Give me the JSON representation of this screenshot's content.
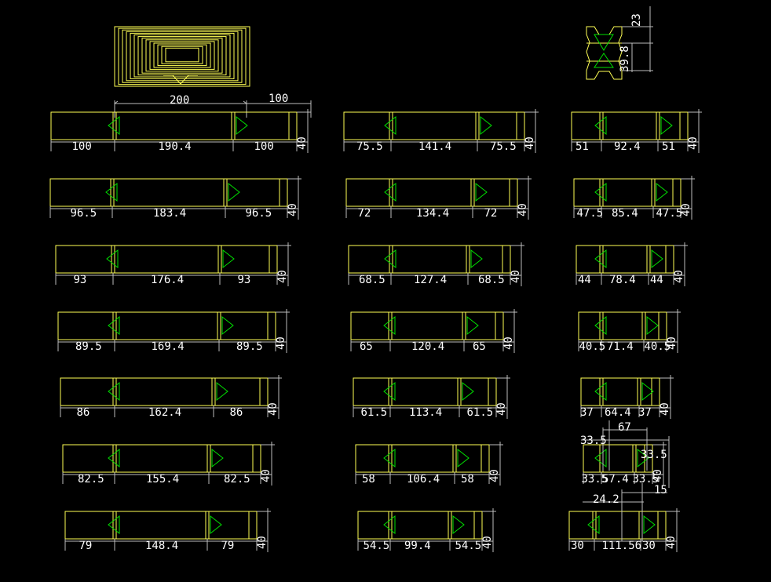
{
  "top": {
    "overall_width": "200",
    "overall_right": "100",
    "detail_a": "23",
    "detail_b": "39.8"
  },
  "columns": [
    {
      "rows": [
        {
          "left": "100",
          "mid": "190.4",
          "right": "100",
          "h": "40"
        },
        {
          "left": "96.5",
          "mid": "183.4",
          "right": "96.5",
          "h": "40"
        },
        {
          "left": "93",
          "mid": "176.4",
          "right": "93",
          "h": "40"
        },
        {
          "left": "89.5",
          "mid": "169.4",
          "right": "89.5",
          "h": "40"
        },
        {
          "left": "86",
          "mid": "162.4",
          "right": "86",
          "h": "40"
        },
        {
          "left": "82.5",
          "mid": "155.4",
          "right": "82.5",
          "h": "40"
        },
        {
          "left": "79",
          "mid": "148.4",
          "right": "79",
          "h": "40"
        }
      ]
    },
    {
      "rows": [
        {
          "left": "75.5",
          "mid": "141.4",
          "right": "75.5",
          "h": "40"
        },
        {
          "left": "72",
          "mid": "134.4",
          "right": "72",
          "h": "40"
        },
        {
          "left": "68.5",
          "mid": "127.4",
          "right": "68.5",
          "h": "40"
        },
        {
          "left": "65",
          "mid": "120.4",
          "right": "65",
          "h": "40"
        },
        {
          "left": "61.5",
          "mid": "113.4",
          "right": "61.5",
          "h": "40"
        },
        {
          "left": "58",
          "mid": "106.4",
          "right": "58",
          "h": "40"
        },
        {
          "left": "54.5",
          "mid": "99.4",
          "right": "54.5",
          "h": "40"
        }
      ]
    },
    {
      "rows": [
        {
          "left": "51",
          "mid": "92.4",
          "right": "51",
          "h": "40"
        },
        {
          "left": "47.5",
          "mid": "85.4",
          "right": "47.5",
          "h": "40"
        },
        {
          "left": "44",
          "mid": "78.4",
          "right": "44",
          "h": "40"
        },
        {
          "left": "40.5",
          "mid": "71.4",
          "right": "40.5",
          "h": "40"
        },
        {
          "left": "37",
          "mid": "64.4",
          "right": "37",
          "h": "40"
        },
        {
          "left": "33.5",
          "mid": "57.4",
          "right": "33.5",
          "h": "40"
        },
        {
          "left": "30",
          "mid": "111.56",
          "right": "30",
          "h": "40"
        }
      ]
    }
  ],
  "extras": {
    "r6_top_left": "33.5",
    "r6_top_width": "67",
    "r6_top_right": "33.5",
    "r7_top_width": "24.2",
    "r7_top_small": "15"
  }
}
